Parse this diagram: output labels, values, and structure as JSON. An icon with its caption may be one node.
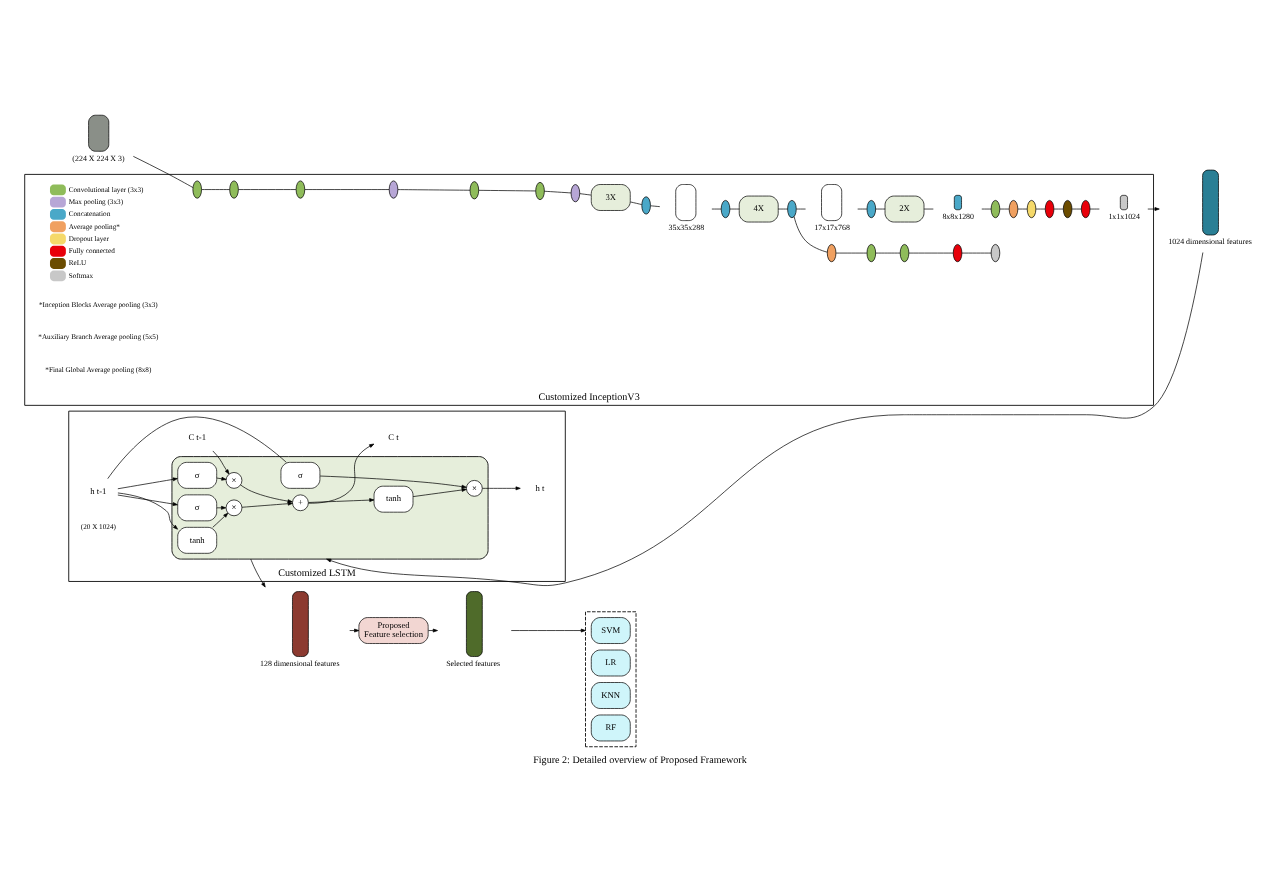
{
  "diagram": {
    "caption": "Figure 2: Detailed overview of Proposed Framework",
    "nodes": [
      {
        "text": [],
        "shape": "box",
        "beside": [
          "(224 X 224 X 3)"
        ]
      },
      {
        "text": [
          "Customized InceptionV3"
        ]
      },
      {
        "text": [],
        "shape": "oval",
        "in": 1
      },
      {
        "text": [],
        "shape": "oval",
        "in": 1
      },
      {
        "text": [],
        "shape": "oval",
        "in": 1
      },
      {
        "text": [],
        "shape": "oval",
        "in": 1
      },
      {
        "text": [],
        "shape": "oval",
        "in": 1
      },
      {
        "text": [],
        "shape": "oval",
        "in": 1
      },
      {
        "text": [],
        "shape": "oval",
        "in": 1
      },
      {
        "text": [
          "3X"
        ],
        "in": 1
      },
      {
        "text": [],
        "shape": "oval",
        "in": 1
      },
      {
        "text": [],
        "shape": "box",
        "in": 1,
        "beside": [
          "35x35x288"
        ]
      },
      {
        "text": [],
        "shape": "oval",
        "in": 1
      },
      {
        "text": [
          "4X"
        ],
        "in": 1
      },
      {
        "text": [],
        "shape": "oval",
        "in": 1
      },
      {
        "text": [],
        "shape": "box",
        "in": 1,
        "beside": [
          "17x17x768"
        ]
      },
      {
        "text": [],
        "shape": "oval",
        "in": 1
      },
      {
        "text": [
          "2X"
        ],
        "in": 1
      },
      {
        "text": [],
        "shape": "oval",
        "in": 1,
        "beside": [
          "8x8x1280"
        ]
      },
      {
        "text": [],
        "shape": "oval",
        "in": 1
      },
      {
        "text": [],
        "shape": "oval",
        "in": 1
      },
      {
        "text": [],
        "shape": "oval",
        "in": 1
      },
      {
        "text": [],
        "shape": "oval",
        "in": 1
      },
      {
        "text": [],
        "shape": "oval",
        "in": 1
      },
      {
        "text": [],
        "shape": "oval",
        "in": 1
      },
      {
        "text": [],
        "shape": "oval",
        "in": 1,
        "beside": [
          "1x1x1024"
        ]
      },
      {
        "text": [],
        "shape": "oval",
        "in": 1
      },
      {
        "text": [],
        "shape": "oval",
        "in": 1
      },
      {
        "text": [],
        "shape": "oval",
        "in": 1
      },
      {
        "text": [],
        "shape": "oval",
        "in": 1
      },
      {
        "text": [],
        "shape": "oval",
        "in": 1
      },
      {
        "text": [],
        "shape": "bar",
        "beside": [
          "1024 dimensional features"
        ]
      },
      {
        "text": [
          "Customized LSTM"
        ]
      },
      {
        "text": [],
        "shape": "box",
        "in": 32
      },
      {
        "text": [
          "C t-1"
        ],
        "in": 32
      },
      {
        "text": [
          "h t-1"
        ],
        "in": 32
      },
      {
        "text": [
          "C t"
        ],
        "in": 32
      },
      {
        "text": [
          "h t"
        ],
        "in": 32
      },
      {
        "text": [
          "×"
        ],
        "in": 33
      },
      {
        "text": [
          "+"
        ],
        "in": 33
      },
      {
        "text": [
          "×"
        ],
        "in": 33
      },
      {
        "text": [
          "tanh"
        ],
        "in": 33
      },
      {
        "text": [
          "σ"
        ],
        "in": 33
      },
      {
        "text": [
          "σ"
        ],
        "in": 33
      },
      {
        "text": [
          "tanh"
        ],
        "in": 33
      },
      {
        "text": [
          "σ"
        ],
        "in": 33
      },
      {
        "text": [
          "×"
        ],
        "in": 33
      },
      {
        "text": [],
        "shape": "bar",
        "beside": [
          "128 dimensional features"
        ]
      },
      {
        "text": [
          "Proposed",
          "Feature selection"
        ]
      },
      {
        "text": [],
        "shape": "bar",
        "beside": [
          "Selected features"
        ]
      },
      {
        "text": [],
        "shape": "box"
      },
      {
        "text": [
          "SVM"
        ],
        "in": 50
      },
      {
        "text": [
          "LR"
        ],
        "in": 50
      },
      {
        "text": [
          "KNN"
        ],
        "in": 50
      },
      {
        "text": [
          "RF"
        ],
        "in": 50
      }
    ],
    "edges": [
      {
        "from": 0,
        "to": 2,
        "arrow": "none"
      },
      {
        "from": 2,
        "to": 3,
        "arrow": "none"
      },
      {
        "from": 3,
        "to": 4,
        "arrow": "none"
      },
      {
        "from": 4,
        "to": 5,
        "arrow": "none"
      },
      {
        "from": 5,
        "to": 6,
        "arrow": "none"
      },
      {
        "from": 6,
        "to": 7,
        "arrow": "none"
      },
      {
        "from": 7,
        "to": 8,
        "arrow": "none"
      },
      {
        "from": 8,
        "to": 9,
        "arrow": "none"
      },
      {
        "from": 9,
        "to": 10,
        "arrow": "none"
      },
      {
        "from": 10,
        "to": 11,
        "arrow": "none"
      },
      {
        "from": 11,
        "to": 12,
        "arrow": "none"
      },
      {
        "from": 12,
        "to": 13,
        "arrow": "none"
      },
      {
        "from": 13,
        "to": 14,
        "arrow": "none"
      },
      {
        "from": 14,
        "to": 15,
        "arrow": "none"
      },
      {
        "from": 15,
        "to": 16,
        "arrow": "none"
      },
      {
        "from": 16,
        "to": 17,
        "arrow": "none"
      },
      {
        "from": 17,
        "to": 18,
        "arrow": "none"
      },
      {
        "from": 18,
        "to": 19,
        "arrow": "none"
      },
      {
        "from": 19,
        "to": 20,
        "arrow": "none"
      },
      {
        "from": 20,
        "to": 21,
        "arrow": "none"
      },
      {
        "from": 21,
        "to": 22,
        "arrow": "none"
      },
      {
        "from": 22,
        "to": 23,
        "arrow": "none"
      },
      {
        "from": 23,
        "to": 24,
        "arrow": "none"
      },
      {
        "from": 24,
        "to": 25,
        "arrow": "none"
      },
      {
        "from": 14,
        "to": 26,
        "arrow": "none"
      },
      {
        "from": 26,
        "to": 27,
        "arrow": "none"
      },
      {
        "from": 27,
        "to": 28,
        "arrow": "none"
      },
      {
        "from": 28,
        "to": 29,
        "arrow": "none"
      },
      {
        "from": 29,
        "to": 30,
        "arrow": "none"
      },
      {
        "from": 25,
        "to": 31,
        "arrow": "to"
      },
      {
        "from": 31,
        "to": 33,
        "arrow": "to"
      },
      {
        "from": 34,
        "to": 38,
        "arrow": "to"
      },
      {
        "from": 38,
        "to": 39,
        "arrow": "to"
      },
      {
        "from": 39,
        "to": 36,
        "arrow": "to"
      },
      {
        "from": 39,
        "to": 41,
        "arrow": "to"
      },
      {
        "from": 41,
        "to": 46,
        "arrow": "to"
      },
      {
        "from": 46,
        "to": 37,
        "arrow": "to"
      },
      {
        "from": 35,
        "to": 42,
        "arrow": "to"
      },
      {
        "from": 35,
        "to": 43,
        "arrow": "to"
      },
      {
        "from": 35,
        "to": 44,
        "arrow": "to"
      },
      {
        "from": 35,
        "to": 45,
        "arrow": "none"
      },
      {
        "from": 42,
        "to": 38,
        "arrow": "to"
      },
      {
        "from": 43,
        "to": 40,
        "arrow": "to"
      },
      {
        "from": 44,
        "to": 40,
        "arrow": "to"
      },
      {
        "from": 40,
        "to": 39,
        "arrow": "to"
      },
      {
        "from": 45,
        "to": 46,
        "arrow": "to"
      },
      {
        "from": 33,
        "to": 47,
        "arrow": "to"
      },
      {
        "from": 47,
        "to": 48,
        "arrow": "to"
      },
      {
        "from": 48,
        "to": 49,
        "arrow": "to"
      },
      {
        "from": 49,
        "to": 50,
        "arrow": "to"
      }
    ],
    "labels": [
      "*Inception Blocks Average pooling (3x3)",
      "*Auxiliary Branch Average pooling (5x5)",
      "*Final Global Average pooling (8x8)",
      "(20 X 1024)"
    ],
    "legend": [
      {
        "text": "Convolutional layer (3x3)",
        "color": "#8fbc5a"
      },
      {
        "text": "Max pooling (3x3)",
        "color": "#b7a6d6"
      },
      {
        "text": "Concatenation",
        "color": "#4aa8c8"
      },
      {
        "text": "Average pooling*",
        "color": "#f0a060"
      },
      {
        "text": "Dropout layer",
        "color": "#f5d96a"
      },
      {
        "text": "Fully connected",
        "color": "#e8000a"
      },
      {
        "text": "ReLU",
        "color": "#6b4c00"
      },
      {
        "text": "Softmax",
        "color": "#c8c8c8"
      }
    ]
  }
}
